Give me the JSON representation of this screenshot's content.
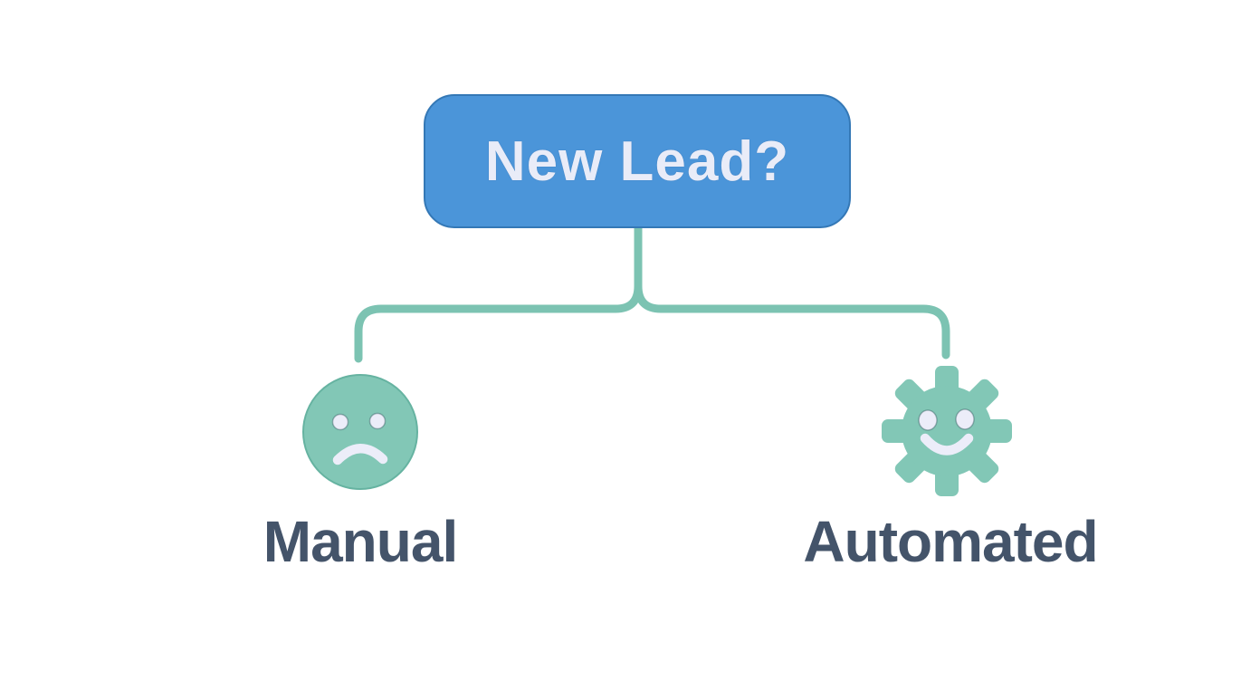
{
  "diagram": {
    "root": {
      "label": "New Lead?"
    },
    "branches": [
      {
        "id": "manual",
        "label": "Manual",
        "icon": "sad-face-icon"
      },
      {
        "id": "automated",
        "label": "Automated",
        "icon": "gear-smiley-icon"
      }
    ]
  },
  "colors": {
    "background": "#ffffff",
    "node_fill": "#4b95d9",
    "node_border": "#3478b6",
    "node_text": "#e9ecf8",
    "connector": "#7cc3b2",
    "icon_fill": "#82c7b6",
    "icon_outline": "#66b3a1",
    "icon_feature": "#ecedf9",
    "label_text": "#44546a"
  }
}
